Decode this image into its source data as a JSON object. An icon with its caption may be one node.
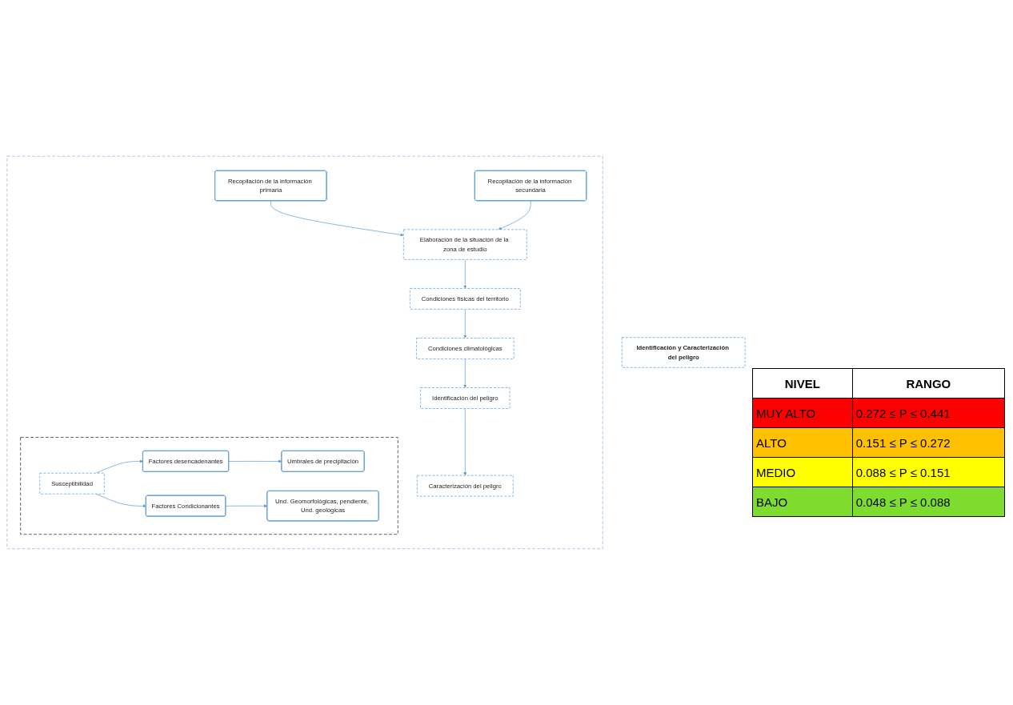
{
  "diagram": {
    "nodes": [
      {
        "text": [
          "Identificación y Caracterización del peligro"
        ]
      },
      {
        "text": [],
        "shape": "box"
      },
      {
        "text": [
          "Elaboración de la situación de la zona de estudio"
        ],
        "in": 1
      },
      {
        "text": [
          "Recopilación de la información primaria"
        ],
        "in": 1
      },
      {
        "text": [
          "Recopilación de la información secundaria"
        ],
        "in": 1
      },
      {
        "text": [
          "Condiciones físicas del territorio"
        ],
        "in": 1
      },
      {
        "text": [
          "Condiciones climatológicas"
        ],
        "in": 1
      },
      {
        "text": [
          "Identificación del peligro"
        ],
        "in": 1
      },
      {
        "text": [
          "Caracterización del peligro"
        ],
        "in": 1
      },
      {
        "text": [],
        "shape": "box",
        "in": 1
      },
      {
        "text": [
          "Susceptibilidad"
        ],
        "in": 9
      },
      {
        "text": [
          "Factores desencadenantes"
        ],
        "in": 9
      },
      {
        "text": [
          "Umbrales de precipitación"
        ],
        "in": 9
      },
      {
        "text": [
          "Factores Condicionantes"
        ],
        "in": 9
      },
      {
        "text": [
          "Und. Geomorfológicas, pendiente, Und. geológicas"
        ],
        "in": 9
      }
    ],
    "edges": [
      {
        "from": 3,
        "to": 2,
        "arrow": "to"
      },
      {
        "from": 4,
        "to": 2,
        "arrow": "to"
      },
      {
        "from": 2,
        "to": 5,
        "arrow": "to"
      },
      {
        "from": 5,
        "to": 6,
        "arrow": "to"
      },
      {
        "from": 6,
        "to": 7,
        "arrow": "to"
      },
      {
        "from": 7,
        "to": 8,
        "arrow": "to"
      },
      {
        "from": 10,
        "to": 11,
        "arrow": "to"
      },
      {
        "from": 10,
        "to": 13,
        "arrow": "to"
      },
      {
        "from": 11,
        "to": 12,
        "arrow": "to"
      },
      {
        "from": 13,
        "to": 14,
        "arrow": "to"
      }
    ],
    "labels": [
      "NIVEL",
      "RANGO",
      "MUY ALTO",
      "0.272 ≤ P ≤ 0.441",
      "ALTO",
      "0.151 ≤ P ≤ 0.272",
      "MEDIO",
      "0.088 ≤ P ≤ 0.151",
      "BAJO",
      "0.048 ≤ P ≤ 0.088"
    ]
  }
}
